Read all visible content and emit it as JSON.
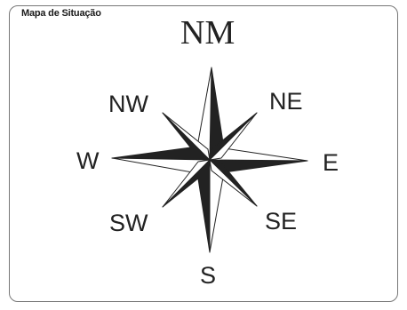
{
  "title": "Mapa de Situação",
  "compass": {
    "north": "NM",
    "northeast": "NE",
    "east": "E",
    "southeast": "SE",
    "south": "S",
    "southwest": "SW",
    "west": "W",
    "northwest": "NW"
  },
  "colors": {
    "ink": "#222222",
    "frame": "#777777",
    "paper": "#ffffff"
  }
}
